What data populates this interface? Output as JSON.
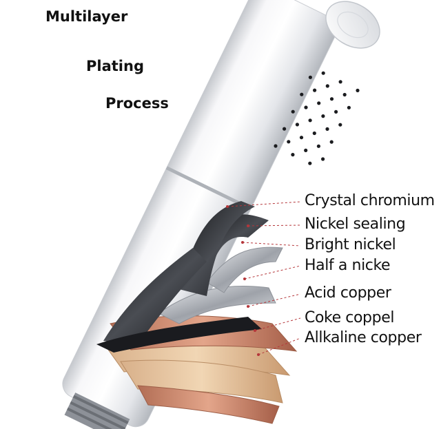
{
  "headline": {
    "line1": "Multilayer",
    "line2": "Plating",
    "line3": "Process"
  },
  "layers": [
    {
      "label": "Crystal chromium",
      "color": "#202226"
    },
    {
      "label": "Nickel sealing",
      "color": "#3a3c42"
    },
    {
      "label": "Bright nickel",
      "color": "#c9ccd2"
    },
    {
      "label": "Half a nicke",
      "color": "#8f939a"
    },
    {
      "label": "Acid copper",
      "color": "#d9a98a"
    },
    {
      "label": "Coke coppel",
      "color": "#c9876a"
    },
    {
      "label": "Allkaline copper",
      "color": "#e8c9a0"
    }
  ],
  "colors": {
    "leader_line": "#b5363a",
    "chrome_light": "#f4f4f6",
    "chrome_dark": "#b8bcc2",
    "text": "#111111"
  },
  "icons": {
    "product": "shower-head-image"
  }
}
